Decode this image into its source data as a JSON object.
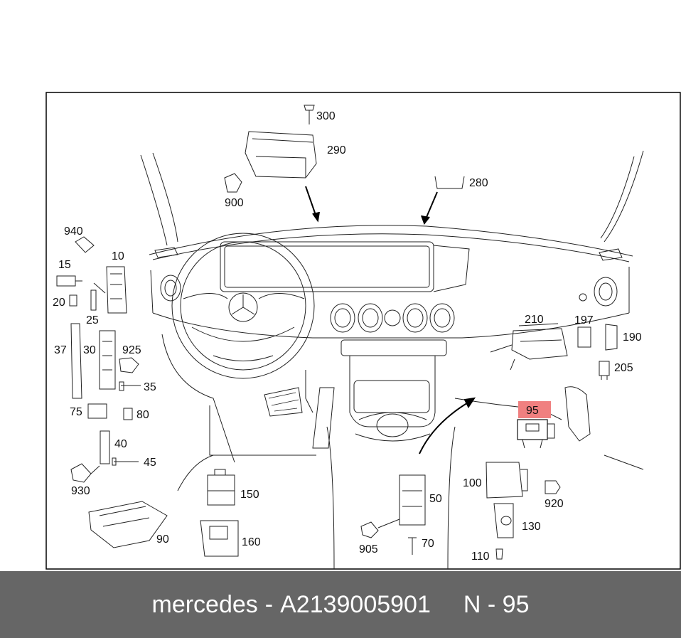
{
  "diagram": {
    "highlight_color": "#f08080",
    "labels": {
      "p300": "300",
      "p290": "290",
      "p900": "900",
      "p280": "280",
      "p940": "940",
      "p15": "15",
      "p10": "10",
      "p20": "20",
      "p25": "25",
      "p37": "37",
      "p30": "30",
      "p925": "925",
      "p35": "35",
      "p75": "75",
      "p80": "80",
      "p40": "40",
      "p45": "45",
      "p930": "930",
      "p150": "150",
      "p90": "90",
      "p160": "160",
      "p210": "210",
      "p197": "197",
      "p190": "190",
      "p205": "205",
      "p95": "95",
      "p100": "100",
      "p920": "920",
      "p130": "130",
      "p110": "110",
      "p50": "50",
      "p905": "905",
      "p70": "70"
    }
  },
  "footer": {
    "brand": "mercedes",
    "separator": "-",
    "part_number": "A2139005901",
    "position": "N - 95"
  }
}
